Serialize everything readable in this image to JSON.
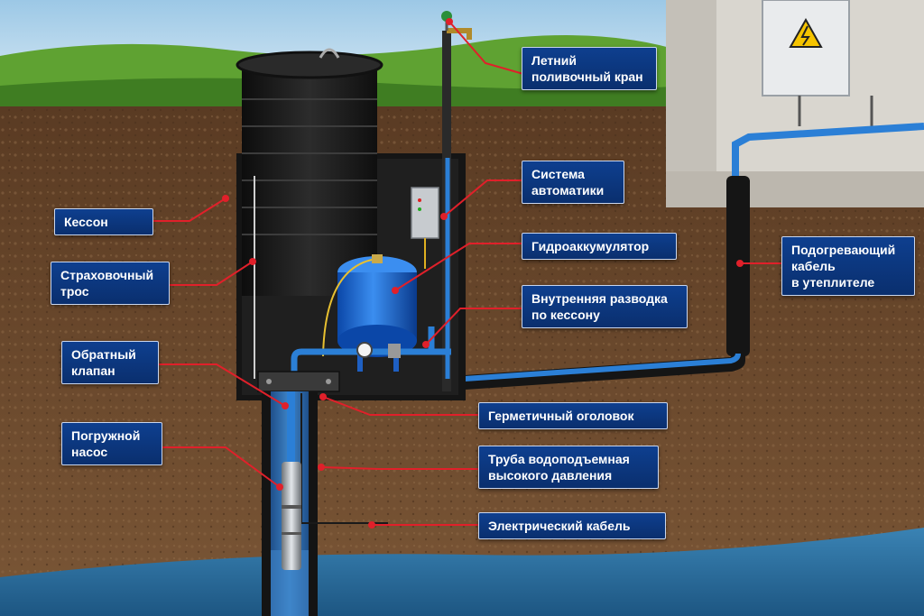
{
  "labels": {
    "summer_tap": {
      "line1": "Летний",
      "line2": "поливочный кран"
    },
    "automation": {
      "line1": "Система",
      "line2": "автоматики"
    },
    "caisson": {
      "line1": "Кессон"
    },
    "accumulator": {
      "line1": "Гидроаккумулятор"
    },
    "safety_rope": {
      "line1": "Страховочный",
      "line2": "трос"
    },
    "heating_cable": {
      "line1": "Подогревающий",
      "line2": "кабель",
      "line3": "в утеплителе"
    },
    "internal_piping": {
      "line1": "Внутренняя разводка",
      "line2": "по кессону"
    },
    "check_valve": {
      "line1": "Обратный",
      "line2": "клапан"
    },
    "sealed_head": {
      "line1": "Герметичный оголовок"
    },
    "submersible_pump": {
      "line1": "Погружной",
      "line2": "насос"
    },
    "riser_pipe": {
      "line1": "Труба водоподъемная",
      "line2": "высокого давления"
    },
    "electric_cable": {
      "line1": "Электрический кабель"
    }
  },
  "colors": {
    "callout_bg": "#0e3f8f",
    "leader_line": "#e0202a",
    "soil": "#6b4a2f",
    "grass": "#4f8f2c",
    "water": "#2d6f9f",
    "pipe": "#2b7fd6",
    "caisson": "#1c1c1c"
  },
  "icons": {
    "panel_sign": "high-voltage-icon"
  }
}
